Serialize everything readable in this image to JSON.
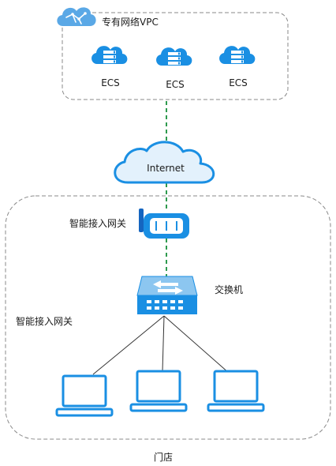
{
  "vpc": {
    "title": "专有网络VPC"
  },
  "ecs": [
    {
      "label": "ECS"
    },
    {
      "label": "ECS"
    },
    {
      "label": "ECS"
    }
  ],
  "internet": {
    "label": "Internet"
  },
  "gateway": {
    "label": "智能接入网关"
  },
  "switch": {
    "label": "交换机"
  },
  "store": {
    "side_label": "智能接入网关",
    "bottom_label": "门店"
  },
  "colors": {
    "accent": "#1a8fe3",
    "accent_dark": "#1565c0",
    "cloud_light": "#e3f1fc",
    "link_green": "#2e9a4e",
    "border_gray": "#8a8a8a"
  }
}
